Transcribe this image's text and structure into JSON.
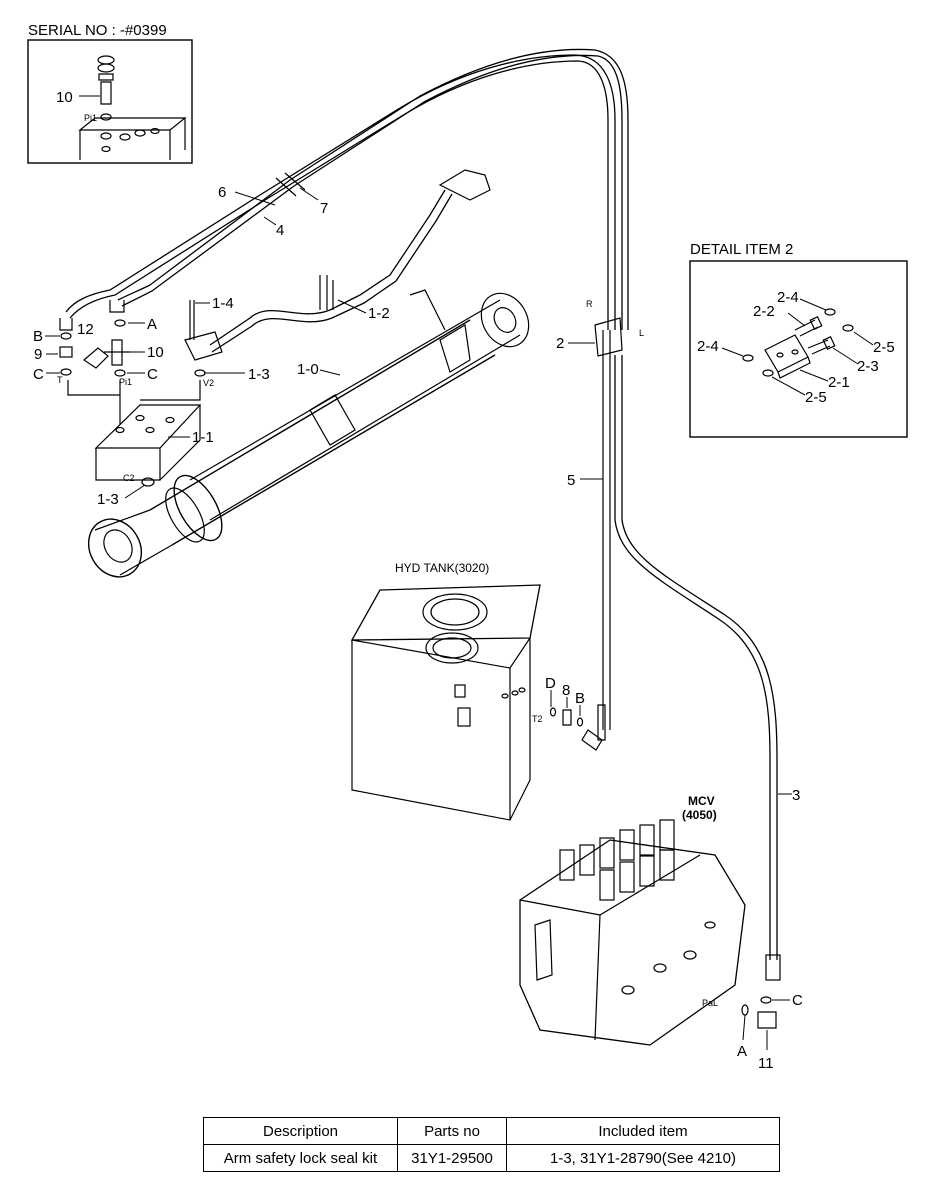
{
  "serial_box": {
    "title": "SERIAL NO : -#0399",
    "item_label": "10",
    "port_label": "Pi1"
  },
  "detail_box": {
    "title": "DETAIL ITEM 2",
    "labels": [
      "2-4",
      "2-2",
      "2-4",
      "2-5",
      "2-3",
      "2-1",
      "2-5"
    ]
  },
  "part_labels": {
    "p6": "6",
    "p7": "7",
    "p4": "4",
    "p1_4": "1-4",
    "p1_2": "1-2",
    "pA": "A",
    "pB": "B",
    "p12": "12",
    "p9": "9",
    "p10": "10",
    "pC1": "C",
    "pC2": "C",
    "p1_3a": "1-3",
    "p1_0": "1-0",
    "p1_1": "1-1",
    "p1_3b": "1-3",
    "p2": "2",
    "p5": "5",
    "p3": "3",
    "pD": "D",
    "p8": "8",
    "pB2": "B",
    "pC3": "C",
    "pA2": "A",
    "p11": "11"
  },
  "port_labels": {
    "T": "T",
    "Pi1": "Pi1",
    "V2": "V2",
    "C2": "C2",
    "R": "R",
    "L": "L",
    "T2": "T2",
    "PaL": "PaL"
  },
  "components": {
    "hyd_tank": "HYD TANK(3020)",
    "mcv_name": "MCV",
    "mcv_code": "(4050)"
  },
  "parts_table": {
    "headers": [
      "Description",
      "Parts no",
      "Included item"
    ],
    "row": [
      "Arm safety lock seal kit",
      "31Y1-29500",
      "1-3, 31Y1-28790(See 4210)"
    ]
  }
}
